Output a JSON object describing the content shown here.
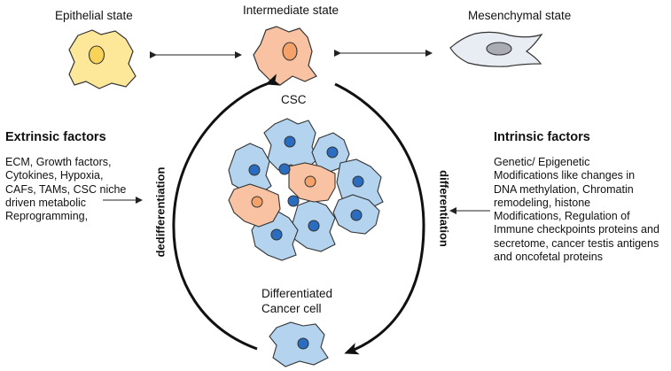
{
  "states": {
    "epithelial": "Epithelial state",
    "intermediate": "Intermediate state",
    "mesenchymal": "Mesenchymal state"
  },
  "csc_label": "CSC",
  "extrinsic": {
    "heading": "Extrinsic factors",
    "lines": [
      "ECM, Growth factors,",
      "Cytokines, Hypoxia,",
      "CAFs, TAMs, CSC niche",
      "driven metabolic",
      "Reprogramming,"
    ]
  },
  "intrinsic": {
    "heading": "Intrinsic factors",
    "lines": [
      "Genetic/ Epigenetic",
      "Modifications like changes in",
      "DNA methylation, Chromatin",
      "remodeling, histone",
      "Modifications, Regulation of",
      "Immune checkpoints proteins and",
      "secretome, cancer testis antigens",
      "and oncofetal proteins"
    ]
  },
  "arc_left_label": "dedifferentiation",
  "arc_right_label": "differentiation",
  "differentiated": {
    "line1": "Differentiated",
    "line2": "Cancer cell"
  },
  "colors": {
    "epithelial_fill": "#fde89a",
    "intermediate_fill": "#f8c2a3",
    "mesenchymal_fill": "#e8edf4",
    "blue_cell_fill": "#b3d3ef",
    "nucleus_blue": "#2a6cc0",
    "nucleus_orange": "#f4a16a",
    "nucleus_yellow": "#f7d357",
    "nucleus_grey": "#a9adb3"
  }
}
